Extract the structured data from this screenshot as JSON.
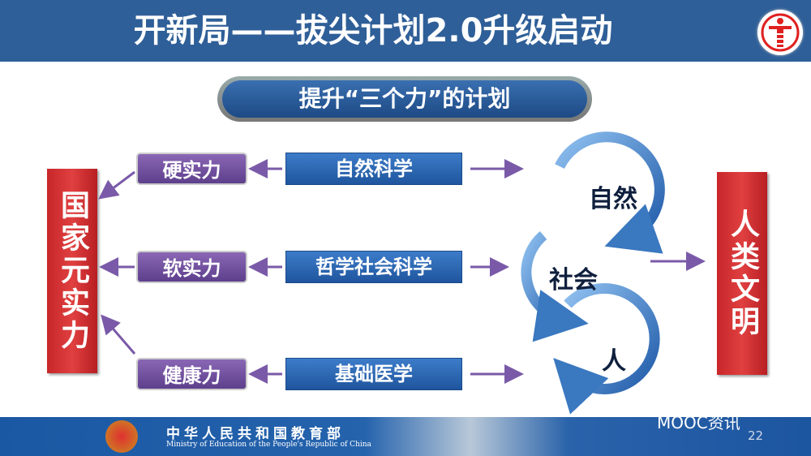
{
  "header": {
    "title": "开新局——拔尖计划2.0升级启动"
  },
  "subtitle": "提升“三个力”的计划",
  "left_box": "国家元实力",
  "right_box": "人类文明",
  "powers": [
    "硬实力",
    "软实力",
    "健康力"
  ],
  "disciplines": [
    "自然科学",
    "哲学社会科学",
    "基础医学"
  ],
  "cycle": [
    "自然",
    "社会",
    "人"
  ],
  "footer": {
    "ministry_cn": "中华人民共和国教育部",
    "ministry_en": "Ministry of Education of the People's Republic of China",
    "watermark": "MOOC资讯",
    "page_number": "22"
  },
  "colors": {
    "header": "#2f5f98",
    "red": "#d03030",
    "purple": "#6e4f9e",
    "blue": "#2a66b0",
    "arrow": "#7a5aa8"
  }
}
